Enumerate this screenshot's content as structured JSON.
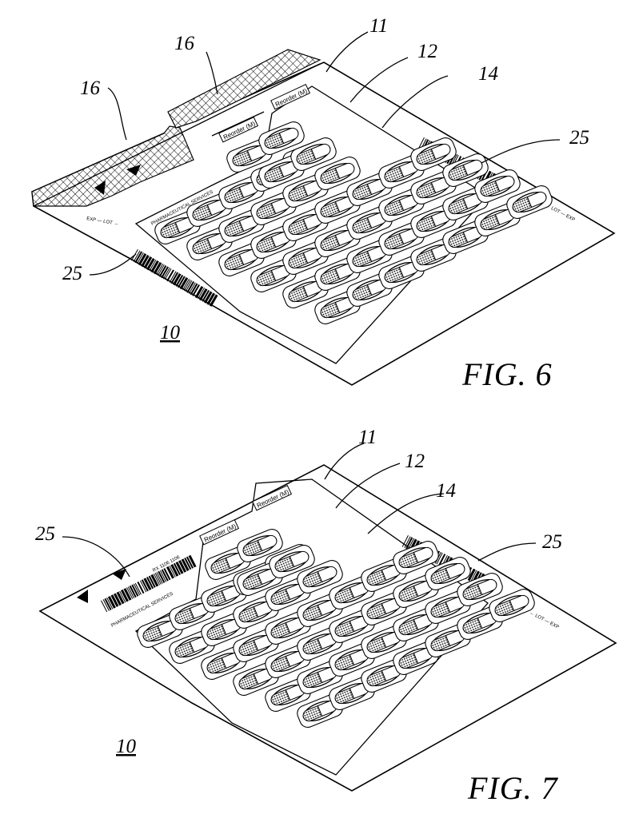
{
  "figures": [
    {
      "fig_label": "FIG. 6",
      "ref_card": "10",
      "ref_sheet": "11",
      "ref_blister": "12",
      "ref_pill": "14",
      "ref_tab_a": "16",
      "ref_tab_b": "16",
      "ref_barcode_right": "25",
      "ref_barcode_left": "25",
      "reorder_1": "Reorder (M)",
      "reorder_2": "Reorder (M)",
      "pharmacy_label": "PHARMACEUTICAL SERVICES",
      "arrow_label_right": "← LOT — EXP",
      "arrow_label_left": "EXP — LOT →"
    },
    {
      "fig_label": "FIG. 7",
      "ref_card": "10",
      "ref_sheet": "11",
      "ref_blister": "12",
      "ref_pill": "14",
      "ref_barcode_left": "25",
      "ref_barcode_right": "25",
      "reorder_1": "Reorder (M)",
      "reorder_2": "Reorder (M)",
      "pharmacy_label": "PHARMACEUTICAL SERVICES",
      "barcode_caption": "RX 1106 1106",
      "arrow_label_right": "← LOT — EXP"
    }
  ]
}
